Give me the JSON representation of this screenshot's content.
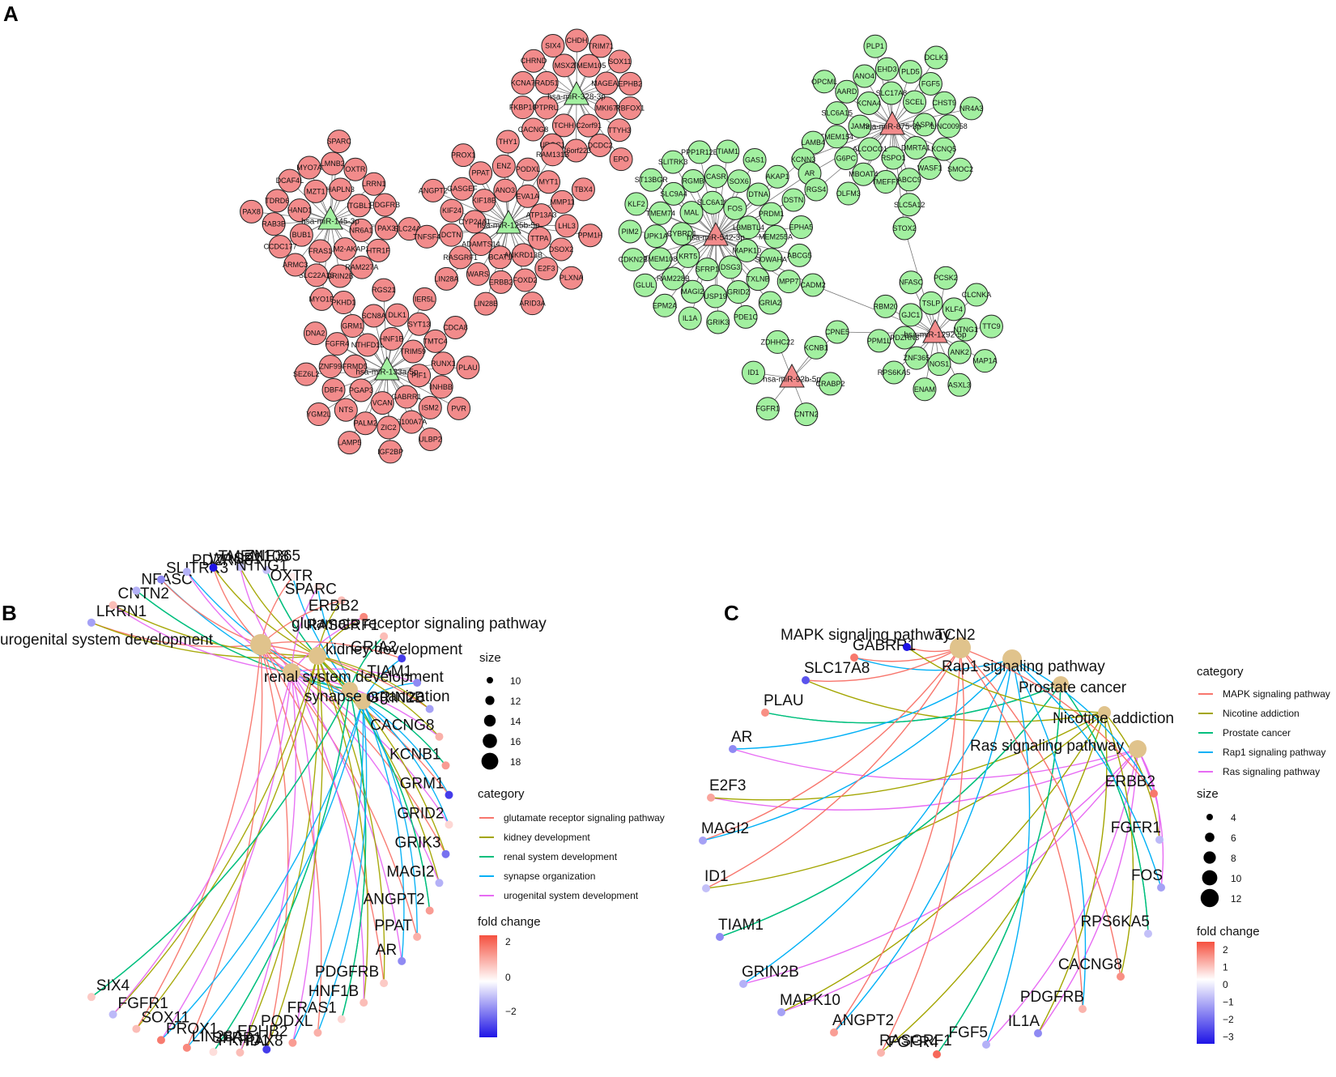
{
  "panels": {
    "a": "A",
    "b": "B",
    "c": "C"
  },
  "colors": {
    "up_node": "#f28b8b",
    "down_node": "#a2f0a0",
    "node_stroke": "#222222",
    "edge": "#777777",
    "term_node": "#e0c38c"
  },
  "network": {
    "clusters": [
      {
        "hub": "hsa-miR-328-3p",
        "hub_color": "green",
        "leaf_color": "red",
        "leaves": [
          "MKI67",
          "C2orf91",
          "TCHH",
          "PTPRU",
          "RAD51",
          "MSX2",
          "TMEM105",
          "MAGEA1",
          "TTYH3",
          "DCDC2",
          "C6orf223",
          "UROC1",
          "CACNG8",
          "FKBP10",
          "KCNA7",
          "CHRND",
          "SIX4",
          "CHDH",
          "TRIM71",
          "SOX11",
          "EPHB2",
          "RBFOX1",
          "EPO"
        ]
      },
      {
        "hub": "hsa-miR-145-3p",
        "hub_color": "green",
        "leaf_color": "red",
        "leaves": [
          "PALM2-AKAP2",
          "FRAS1",
          "BUB1",
          "HAND1",
          "MZT1",
          "HAPLN3",
          "ITGBL1",
          "NR6A1",
          "GRIN2B",
          "SLC22A16",
          "ARMC3",
          "CCDC177",
          "RAB3B",
          "TDRD6",
          "DCAF4L",
          "MYO7A",
          "LMNB2",
          "OXTR",
          "LRRN1",
          "PDGFRB",
          "PAX3",
          "HTR1F",
          "RAM227A",
          "MYO1B",
          "PAX8",
          "SPARC",
          "SLC24A2"
        ]
      },
      {
        "hub": "hsa-miR-125b-5p",
        "hub_color": "green",
        "leaf_color": "red",
        "leaves": [
          "BCAT1",
          "ADAMTS14",
          "CYP24A1",
          "KIF18B",
          "ANO3",
          "EVA1A",
          "ATP13A3",
          "TTPA",
          "ANKRD13B",
          "WARS",
          "RASGRF1",
          "DCTN",
          "KIF24",
          "GASGEF",
          "PPAT",
          "ENZ",
          "PODXL",
          "MYT1",
          "MMP11",
          "LHL3",
          "DSOX2",
          "E2F3",
          "FOXD2",
          "ERBB2",
          "LIN28A",
          "TNFSF4",
          "ANGPT2",
          "PROX1",
          "THY1",
          "RAM131B",
          "TBX4",
          "PPM1H",
          "PLXNA",
          "ARID3A",
          "LIN28B"
        ]
      },
      {
        "hub": "hsa-miR-133a-5p",
        "hub_color": "green",
        "leaf_color": "red",
        "leaves": [
          "PGAP3",
          "FRMD5",
          "NTHFD1L",
          "HNF1B",
          "TRIM59",
          "PIF1",
          "GABRR1",
          "VCAN",
          "DBF4",
          "ZNF99",
          "FGFR4",
          "GRM1",
          "SCN8A",
          "DLK1",
          "SYT13",
          "TMTC4",
          "RUNX1",
          "INHBB",
          "ISM2",
          "S100A7A",
          "ZIC2",
          "PALM2",
          "NTS",
          "SEZ6L2",
          "DNA2",
          "PKHD1",
          "RGS21",
          "IER5L",
          "CDCA8",
          "PLAU",
          "PVR",
          "ULBP2",
          "IGF2BP",
          "LAMP5",
          "YGM2L"
        ]
      },
      {
        "hub": "hsa-miR-542-3p",
        "hub_color": "red",
        "leaf_color": "green",
        "leaves": [
          "CYBRD1",
          "MAL",
          "SLC6A19",
          "FOS",
          "L3MBTL4",
          "MAPK10",
          "DSG3",
          "SFRP1",
          "KRT5",
          "TMEM74",
          "SLC9A4",
          "RGMB",
          "CASR",
          "SOX6",
          "DTNA",
          "PRDM1",
          "MEM255A",
          "SOWAHA",
          "TXLNB",
          "GRID2",
          "USP19",
          "MAGI2",
          "RAM228B",
          "TMEM108",
          "UPK1A",
          "ST13BGR",
          "SLITRK3",
          "PPP1R12B",
          "TIAM1",
          "GAS1",
          "AKAP1",
          "DSTN",
          "EPHA5",
          "ABCG5",
          "MPP7",
          "GRIA2",
          "PDE1C",
          "GRIK3",
          "IL1A",
          "EPM2A",
          "GLUL",
          "CDKN2B",
          "PIM2",
          "KLF2"
        ]
      },
      {
        "hub": "hsa-miR-875-3p",
        "hub_color": "red",
        "leaf_color": "green",
        "leaves": [
          "KCNA4",
          "SLC17A8",
          "SCEL",
          "ASPA",
          "DMRTA1",
          "RSPO1",
          "ALCOCO1",
          "JAM3",
          "ANO4",
          "EHD3",
          "PLD5",
          "FGF5",
          "CHST9",
          "LINC00958",
          "KCNQ5",
          "WASF1",
          "ABCC9",
          "TMEFF2",
          "MBOAT4",
          "G6PC",
          "TMEM154",
          "SLC6A15",
          "AARD",
          "PLP1",
          "DCLK1",
          "NR4A3",
          "SMOC2",
          "SLC5A12",
          "OLFM3",
          "LAMB4",
          "OPCML"
        ]
      },
      {
        "hub": "hsa-miR-1292-5p",
        "hub_color": "red",
        "leaf_color": "green",
        "leaves": [
          "TSLP",
          "KLF4",
          "NTNG1",
          "ANK2",
          "NOS1",
          "ZNF365",
          "PDZRN3",
          "GJC1",
          "PCSK2",
          "CLCNKA",
          "TTC9",
          "MAP1A",
          "ASXL3",
          "ENAM",
          "RPS6KA5",
          "PPM1L",
          "RBM20",
          "NFASC"
        ]
      },
      {
        "hub": "hsa-miR-92b-5p",
        "hub_color": "red",
        "leaf_color": "green",
        "leaves": [
          "KCNB1",
          "CRABP2",
          "CNTN2",
          "FGFR1",
          "ID1",
          "ZDHHC22"
        ]
      }
    ],
    "bridges": [
      "KCNN3",
      "AR",
      "RGS4",
      "STOX2",
      "CADM2",
      "CPNE5"
    ]
  },
  "cnet_b": {
    "terms": [
      "glutamate receptor signaling pathway",
      "kidney development",
      "renal system development",
      "synapse organization",
      "urogenital system development"
    ],
    "term_colors": [
      "#f8766d",
      "#a3a500",
      "#00bf7d",
      "#00b0f6",
      "#e76bf3"
    ],
    "genes": [
      {
        "name": "LRRN1",
        "fc": -1.2
      },
      {
        "name": "CNTN2",
        "fc": 1.0
      },
      {
        "name": "NFASC",
        "fc": -1.0
      },
      {
        "name": "SLITRK3",
        "fc": -1.5
      },
      {
        "name": "PDZRN3",
        "fc": -1.0
      },
      {
        "name": "TMEM108",
        "fc": -3.0
      },
      {
        "name": "ZNF365",
        "fc": -0.8
      },
      {
        "name": "WASF1",
        "fc": -0.8
      },
      {
        "name": "NTNG1",
        "fc": 0.3
      },
      {
        "name": "OXTR",
        "fc": 0.5
      },
      {
        "name": "SPARC",
        "fc": 1.0
      },
      {
        "name": "ERBB2",
        "fc": 1.8
      },
      {
        "name": "RASGRF1",
        "fc": 1.0
      },
      {
        "name": "GRIA2",
        "fc": -2.5
      },
      {
        "name": "TIAM1",
        "fc": -1.5
      },
      {
        "name": "GRIN2B",
        "fc": -1.2
      },
      {
        "name": "CACNG8",
        "fc": 1.2
      },
      {
        "name": "KCNB1",
        "fc": 1.5
      },
      {
        "name": "GRM1",
        "fc": -2.5
      },
      {
        "name": "GRID2",
        "fc": 0.6
      },
      {
        "name": "GRIK3",
        "fc": -1.8
      },
      {
        "name": "MAGI2",
        "fc": -1.0
      },
      {
        "name": "ANGPT2",
        "fc": 1.5
      },
      {
        "name": "PPAT",
        "fc": 1.2
      },
      {
        "name": "AR",
        "fc": -1.5
      },
      {
        "name": "PDGFRB",
        "fc": 0.8
      },
      {
        "name": "HNF1B",
        "fc": 1.0
      },
      {
        "name": "FRAS1",
        "fc": 0.6
      },
      {
        "name": "PODXL",
        "fc": 1.2
      },
      {
        "name": "EPHB2",
        "fc": 1.5
      },
      {
        "name": "SFRP1",
        "fc": -2.5
      },
      {
        "name": "PAX8",
        "fc": 1.0
      },
      {
        "name": "PKHD1",
        "fc": 0.5
      },
      {
        "name": "LIN28A",
        "fc": 1.8
      },
      {
        "name": "PROX1",
        "fc": 2.0
      },
      {
        "name": "SOX11",
        "fc": 1.0
      },
      {
        "name": "FGFR1",
        "fc": -0.9
      },
      {
        "name": "SIX4",
        "fc": 0.8
      }
    ],
    "legend": {
      "size_title": "size",
      "sizes": [
        10,
        12,
        14,
        16,
        18
      ],
      "category_title": "category",
      "fc_title": "fold change",
      "fc_ticks": [
        2,
        0,
        -2
      ]
    }
  },
  "cnet_c": {
    "terms": [
      "MAPK signaling pathway",
      "Nicotine addiction",
      "Prostate cancer",
      "Rap1 signaling pathway",
      "Ras signaling pathway"
    ],
    "term_colors": [
      "#f8766d",
      "#a3a500",
      "#00bf7d",
      "#00b0f6",
      "#e76bf3"
    ],
    "term_labels": [
      "MAPK signaling pathway",
      "Rap1 signaling pathway",
      "Prostate cancer",
      "Nicotine addiction",
      "Ras signaling pathway"
    ],
    "overlap_label": "TCN2",
    "genes": [
      {
        "name": "GABRR1",
        "fc": 1.8
      },
      {
        "name": "SLC17A8",
        "fc": -2.2
      },
      {
        "name": "PLAU",
        "fc": 1.5
      },
      {
        "name": "AR",
        "fc": -1.5
      },
      {
        "name": "E2F3",
        "fc": 1.2
      },
      {
        "name": "MAGI2",
        "fc": -1.2
      },
      {
        "name": "ID1",
        "fc": -0.8
      },
      {
        "name": "TIAM1",
        "fc": -1.5
      },
      {
        "name": "GRIN2B",
        "fc": -1.0
      },
      {
        "name": "MAPK10",
        "fc": -1.2
      },
      {
        "name": "ANGPT2",
        "fc": 1.3
      },
      {
        "name": "RASGRF1",
        "fc": 1.0
      },
      {
        "name": "FGFR4",
        "fc": 2.0
      },
      {
        "name": "FGF5",
        "fc": -1.0
      },
      {
        "name": "IL1A",
        "fc": -1.5
      },
      {
        "name": "PDGFRB",
        "fc": 1.0
      },
      {
        "name": "CACNG8",
        "fc": 1.5
      },
      {
        "name": "RPS6KA5",
        "fc": -0.8
      },
      {
        "name": "FOS",
        "fc": -1.2
      },
      {
        "name": "FGFR1",
        "fc": -0.9
      },
      {
        "name": "ERBB2",
        "fc": 1.8
      },
      {
        "name": "TCN2",
        "fc": -3.0
      }
    ],
    "legend": {
      "category_title": "category",
      "size_title": "size",
      "sizes": [
        4,
        6,
        8,
        10,
        12
      ],
      "fc_title": "fold change",
      "fc_ticks": [
        2,
        1,
        0,
        -1,
        -2,
        -3
      ]
    }
  }
}
